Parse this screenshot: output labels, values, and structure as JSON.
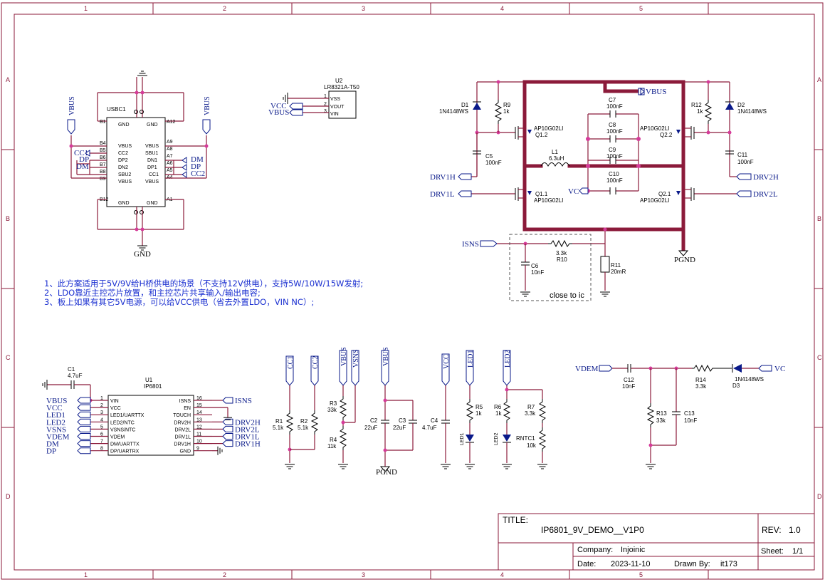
{
  "grid": {
    "cols": [
      "1",
      "2",
      "3",
      "4",
      "5"
    ],
    "rows": [
      "A",
      "B",
      "C",
      "D"
    ]
  },
  "notes": [
    "1、此方案适用于5V/9V给H桥供电的场景（不支持12V供电），支持5W/10W/15W发射;",
    "2、LDO靠近主控芯片放置，和主控芯片共享输入/输出电容;",
    "3、板上如果有其它5V电源，可以给VCC供电（省去外置LDO，VIN NC）;"
  ],
  "usb": {
    "ref": "USBC1",
    "left_pins": [
      "B1",
      "B4",
      "B5",
      "B6",
      "B7",
      "B8",
      "B9",
      "B12"
    ],
    "left_names": [
      "GND",
      "VBUS",
      "CC2",
      "DP2",
      "DN2",
      "SBU2",
      "VBUS",
      "GND"
    ],
    "right_pins": [
      "A12",
      "A9",
      "A8",
      "A7",
      "A6",
      "A5",
      "A4",
      "A1"
    ],
    "right_names": [
      "GND",
      "VBUS",
      "SBU1",
      "DN1",
      "DP1",
      "CC1",
      "VBUS",
      "GND"
    ],
    "nets_left": [
      "VBUS",
      "CC1",
      "DP",
      "DM"
    ],
    "nets_right": [
      "VBUS",
      "DM",
      "DP",
      "CC2"
    ],
    "gnd": "GND"
  },
  "ldo": {
    "ref": "U2",
    "part": "LR8321A-T50",
    "pins": [
      "1",
      "2",
      "3"
    ],
    "names": [
      "VSS",
      "VOUT",
      "VIN"
    ],
    "nets": [
      "VCC",
      "VBUS"
    ]
  },
  "bridge": {
    "d1": "D1",
    "d1_part": "1N4148WS",
    "d2": "D2",
    "d2_part": "1N4148WS",
    "r9": "R9",
    "r9_val": "1k",
    "r12": "R12",
    "r12_val": "1k",
    "q12": "AP10G02LI",
    "q12_ref": "Q1.2",
    "q11": "AP10G02LI",
    "q11_ref": "Q1.1",
    "q22": "AP10G02LI",
    "q22_ref": "Q2.2",
    "q21": "AP10G02LI",
    "q21_ref": "Q2.1",
    "c5": "C5",
    "c5_val": "100nF",
    "c11": "C11",
    "c11_val": "100nF",
    "c7": "C7",
    "c7_val": "100nF",
    "c8": "C8",
    "c8_val": "100nF",
    "c9": "C9",
    "c9_val": "100nF",
    "c10": "C10",
    "c10_val": "100nF",
    "l1": "L1",
    "l1_val": "6.3uH",
    "net_vbus": "VBUS",
    "net_vc": "VC",
    "net_drv1h": "DRV1H",
    "net_drv1l": "DRV1L",
    "net_drv2h": "DRV2H",
    "net_drv2l": "DRV2L",
    "net_isns": "ISNS",
    "r10": "R10",
    "r10_val": "3.3k",
    "c6": "C6",
    "c6_val": "10nF",
    "r11": "R11",
    "r11_val": "20mR",
    "close": "close to ic",
    "pgnd": "PGND"
  },
  "ic": {
    "ref": "U1",
    "part": "IP6801",
    "c1": "C1",
    "c1_val": "4.7uF",
    "left_pins": [
      "1",
      "2",
      "3",
      "4",
      "5",
      "6",
      "7",
      "8"
    ],
    "left_names": [
      "VIN",
      "VCC",
      "LED1/UARTTX",
      "LED2/NTC",
      "VSNS/NTC",
      "VDEM",
      "DM/UARTTX",
      "DP/UARTRX"
    ],
    "left_nets": [
      "VBUS",
      "VCC",
      "LED1",
      "LED2",
      "VSNS",
      "VDEM",
      "DM",
      "DP"
    ],
    "right_pins": [
      "16",
      "15",
      "14",
      "13",
      "12",
      "11",
      "10",
      "9"
    ],
    "right_names": [
      "ISNS",
      "EN",
      "TOUCH",
      "DRV2H",
      "DRV2L",
      "DRV1L",
      "DRV1H",
      "GND"
    ],
    "right_nets": [
      "ISNS",
      "DRV2H",
      "DRV2L",
      "DRV1L",
      "DRV1H"
    ]
  },
  "misc": {
    "cc1": "CC1",
    "cc2": "CC2",
    "r1": "R1",
    "r1_val": "5.1k",
    "r2": "R2",
    "r2_val": "5.1k",
    "vbus": "VBUS",
    "vsns": "VSNS",
    "r3": "R3",
    "r3_val": "33k",
    "r4": "R4",
    "r4_val": "11k",
    "c2": "C2",
    "c2_val": "22uF",
    "c3": "C3",
    "c3_val": "22uF",
    "pgnd": "PGND",
    "vcc": "VCC",
    "c4": "C4",
    "c4_val": "4.7uF",
    "led1": "LED1",
    "led2": "LED2",
    "r5": "R5",
    "r5_val": "1k",
    "r6": "R6",
    "r6_val": "1k",
    "r7": "R7",
    "r7_val": "3.3k",
    "rntc": "RNTC1",
    "rntc_val": "10k",
    "led1_ref": "LED1",
    "led2_ref": "LED2"
  },
  "vdem": {
    "net_in": "VDEM",
    "net_vc": "VC",
    "c12": "C12",
    "c12_val": "10nF",
    "r13": "R13",
    "r13_val": "33k",
    "c13": "C13",
    "c13_val": "10nF",
    "r14": "R14",
    "r14_val": "3.3k",
    "d3": "D3",
    "d3_part": "1N4148WS"
  },
  "titleblock": {
    "title_label": "TITLE:",
    "title": "IP6801_9V_DEMO__V1P0",
    "rev_label": "REV:",
    "rev": "1.0",
    "company_label": "Company:",
    "company": "Injoinic",
    "sheet_label": "Sheet:",
    "sheet": "1/1",
    "date_label": "Date:",
    "date": "2023-11-10",
    "drawn_label": "Drawn By:",
    "drawn": "it173"
  }
}
